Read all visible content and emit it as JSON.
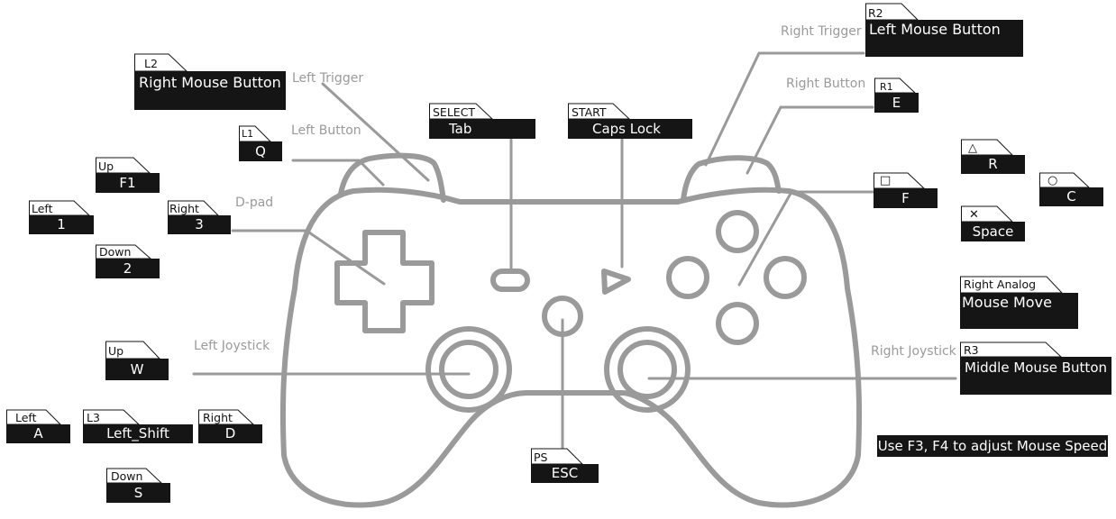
{
  "colors": {
    "outline": "#9a9a9a",
    "label_box": "#151515",
    "caption": "#9a9a9a"
  },
  "captions": {
    "left_trigger": "Left Trigger",
    "left_button": "Left Button",
    "dpad": "D-pad",
    "left_joystick": "Left Joystick",
    "right_trigger": "Right Trigger",
    "right_button": "Right Button",
    "right_joystick": "Right Joystick"
  },
  "labels": {
    "l2": {
      "tag": "L2",
      "key": "Right Mouse Button"
    },
    "l1": {
      "tag": "L1",
      "key": "Q"
    },
    "select": {
      "tag": "SELECT",
      "key": "Tab"
    },
    "start": {
      "tag": "START",
      "key": "Caps Lock"
    },
    "r2": {
      "tag": "R2",
      "key": "Left Mouse Button"
    },
    "r1": {
      "tag": "R1",
      "key": "E"
    },
    "dpad_up": {
      "tag": "Up",
      "key": "F1"
    },
    "dpad_left": {
      "tag": "Left",
      "key": "1"
    },
    "dpad_right": {
      "tag": "Right",
      "key": "3"
    },
    "dpad_down": {
      "tag": "Down",
      "key": "2"
    },
    "triangle": {
      "tag_icon": "triangle-symbol",
      "key": "R"
    },
    "square": {
      "tag_icon": "square-symbol",
      "key": "F"
    },
    "circle": {
      "tag_icon": "circle-symbol",
      "key": "C"
    },
    "cross": {
      "tag_icon": "cross-symbol",
      "key": "Space"
    },
    "right_analog": {
      "tag": "Right Analog",
      "key": "Mouse Move"
    },
    "r3": {
      "tag": "R3",
      "key": "Middle Mouse Button"
    },
    "stick_up": {
      "tag": "Up",
      "key": "W"
    },
    "stick_left": {
      "tag": "Left",
      "key": "A"
    },
    "l3": {
      "tag": "L3",
      "key": "Left_Shift"
    },
    "stick_right": {
      "tag": "Right",
      "key": "D"
    },
    "stick_down": {
      "tag": "Down",
      "key": "S"
    },
    "ps": {
      "tag": "PS",
      "key": "ESC"
    }
  },
  "note": "Use F3, F4 to adjust Mouse Speed"
}
